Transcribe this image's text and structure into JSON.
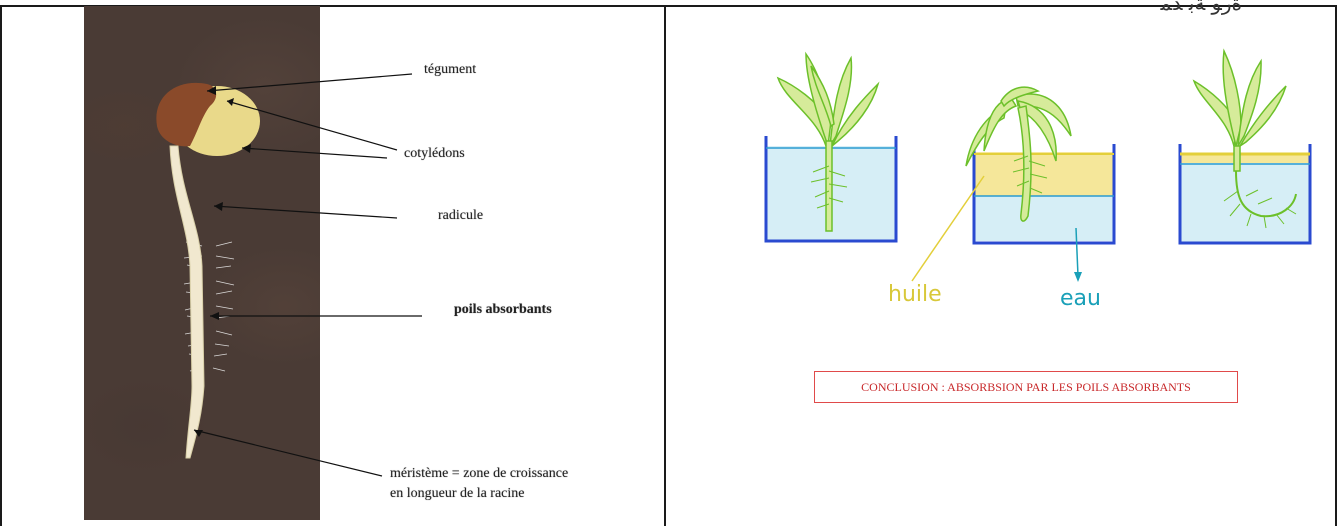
{
  "header": {
    "corner_text": "ﺓﺭﻮ ﺔﺑ ﺪﻤ"
  },
  "left_panel": {
    "labels": {
      "tegument": "tégument",
      "cotyledons": "cotylédons",
      "radicule": "radicule",
      "poils": "poils absorbants",
      "meristeme_line1": "méristème = zone de croissance",
      "meristeme_line2": "en longueur de la racine"
    }
  },
  "right_panel": {
    "labels": {
      "huile": "huile",
      "eau": "eau"
    },
    "conclusion": "CONCLUSION : ABSORBSION PAR LES POILS ABSORBANTS"
  },
  "colors": {
    "soil": "#4a3b35",
    "seed_coat": "#8a4a2a",
    "cotyledon": "#e9d98a",
    "root": "#f1e8cf",
    "plant_green": "#6cc02a",
    "container_blue": "#2a4ad0",
    "water_blue": "#d6eef6",
    "oil_yellow": "#f5e79a",
    "huile_text": "#d8c83a",
    "eau_text": "#1aa0b8",
    "conclusion_red": "#c8282a"
  }
}
